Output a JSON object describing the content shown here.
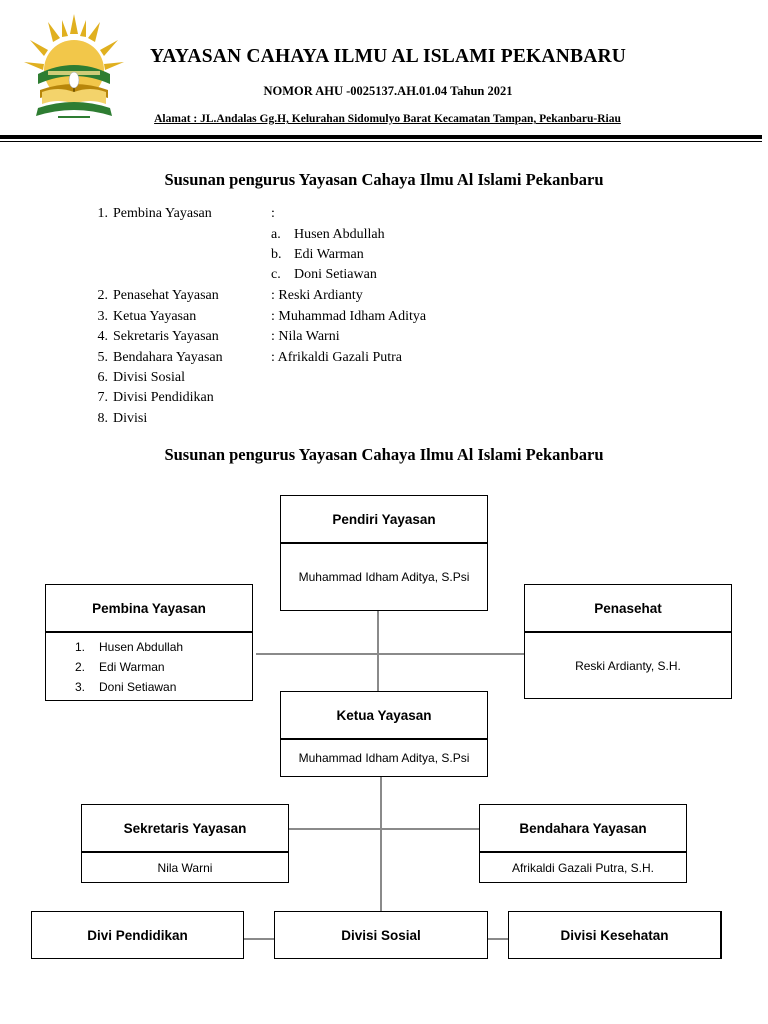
{
  "letterhead": {
    "org_name": "YAYASAN CAHAYA ILMU AL ISLAMI PEKANBARU",
    "ahu": "NOMOR AHU -0025137.AH.01.04 Tahun 2021",
    "address": "Alamat : JL.Andalas Gg.H, Kelurahan Sidomulyo Barat Kecamatan Tampan, Pekanbaru-Riau",
    "logo_icon": "book-and-sun-logo",
    "logo_colors": {
      "gold": "#e0b020",
      "green": "#2e7d32",
      "dark_gold": "#b8860b"
    }
  },
  "heading_1": "Susunan pengurus Yayasan Cahaya Ilmu Al Islami Pekanbaru",
  "heading_2": "Susunan pengurus Yayasan Cahaya Ilmu Al Islami Pekanbaru",
  "list": {
    "items": [
      {
        "num": "1.",
        "label": "Pembina Yayasan",
        "value": ":"
      },
      {
        "num": "2.",
        "label": "Penasehat Yayasan",
        "value": ": Reski Ardianty"
      },
      {
        "num": "3.",
        "label": "Ketua  Yayasan",
        "value": ": Muhammad Idham Aditya"
      },
      {
        "num": "4.",
        "label": "Sekretaris Yayasan",
        "value": ": Nila Warni"
      },
      {
        "num": "5.",
        "label": "Bendahara Yayasan",
        "value": ": Afrikaldi Gazali Putra"
      },
      {
        "num": "6.",
        "label": "Divisi Sosial",
        "value": ""
      },
      {
        "num": "7.",
        "label": "Divisi Pendidikan",
        "value": ""
      },
      {
        "num": "8.",
        "label": "Divisi",
        "value": ""
      }
    ],
    "pembina_sub": [
      {
        "letter": "a.",
        "name": "Husen Abdullah"
      },
      {
        "letter": "b.",
        "name": "Edi Warman"
      },
      {
        "letter": "c.",
        "name": "Doni Setiawan"
      }
    ]
  },
  "chart": {
    "pendiri": {
      "title": "Pendiri Yayasan",
      "name": "Muhammad Idham Aditya, S.Psi"
    },
    "pembina": {
      "title": "Pembina Yayasan",
      "members": [
        {
          "num": "1.",
          "name": "Husen Abdullah"
        },
        {
          "num": "2.",
          "name": "Edi Warman"
        },
        {
          "num": "3.",
          "name": "Doni Setiawan"
        }
      ]
    },
    "penasehat": {
      "title": "Penasehat",
      "name": "Reski  Ardianty, S.H."
    },
    "ketua": {
      "title": "Ketua Yayasan",
      "name": "Muhammad Idham Aditya, S.Psi"
    },
    "sekretaris": {
      "title": "Sekretaris Yayasan",
      "name": "Nila Warni"
    },
    "bendahara": {
      "title": "Bendahara Yayasan",
      "name": "Afrikaldi Gazali Putra, S.H."
    },
    "divisi_pendidikan": "Divi Pendidikan",
    "divisi_sosial": "Divisi Sosial",
    "divisi_kesehatan": "Divisi Kesehatan",
    "line_color": "#8a8a8a"
  }
}
